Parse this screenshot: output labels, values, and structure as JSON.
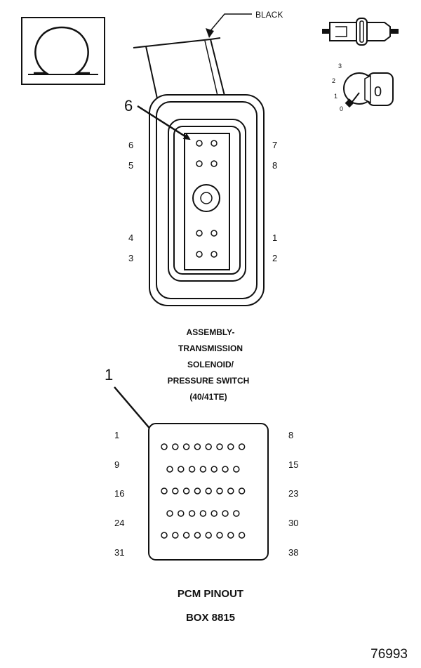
{
  "wire_color": "BLACK",
  "callout_connector": "6",
  "callout_pcm": "1",
  "key_scale": [
    "3",
    "2",
    "1",
    "0"
  ],
  "key_label": "0",
  "connector_pins_left": [
    "6",
    "5",
    "4",
    "3"
  ],
  "connector_pins_right": [
    "7",
    "8",
    "1",
    "2"
  ],
  "caption_lines": [
    "ASSEMBLY-",
    "TRANSMISSION",
    "SOLENOID/",
    "PRESSURE SWITCH",
    "(40/41TE)"
  ],
  "pcm_left_labels": [
    "1",
    "9",
    "16",
    "24",
    "31"
  ],
  "pcm_right_labels": [
    "8",
    "15",
    "23",
    "30",
    "38"
  ],
  "pcm_title_lines": [
    "PCM PINOUT",
    "BOX 8815"
  ],
  "figure_number": "76993"
}
